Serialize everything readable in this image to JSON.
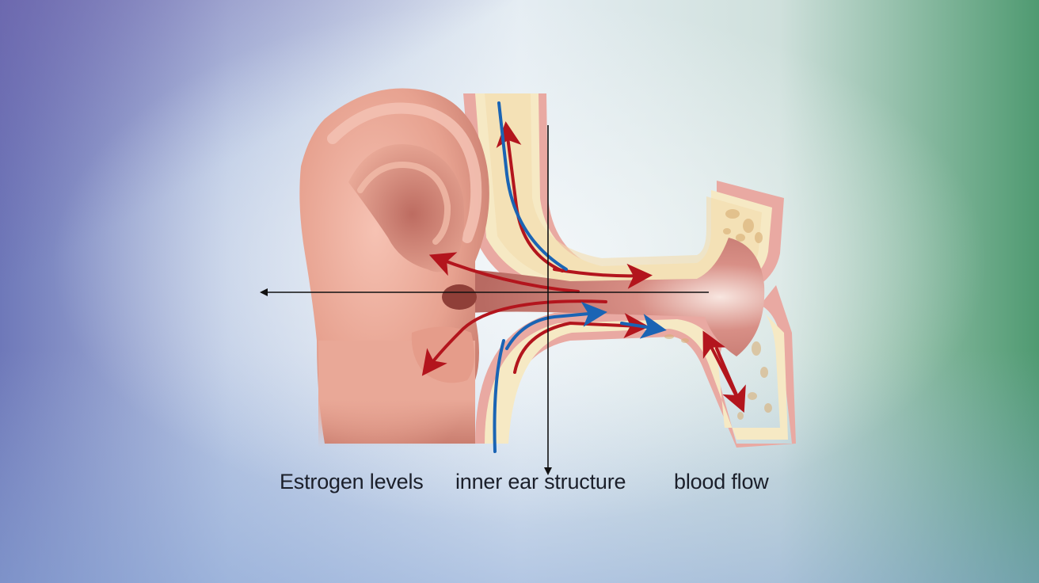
{
  "labels": {
    "estrogen": "Estrogen levels",
    "inner_ear": "inner ear structure",
    "blood_flow": "blood flow"
  },
  "colors": {
    "skin": "#e9a897",
    "skin_dark": "#c9786c",
    "bone": "#f6e9c4",
    "tissue_pink": "#e39a97",
    "arrow_red": "#b3151d",
    "arrow_blue": "#1a64b4",
    "axis": "#111111"
  },
  "icons": [
    "ear-illustration",
    "ear-canal-cross-section"
  ]
}
